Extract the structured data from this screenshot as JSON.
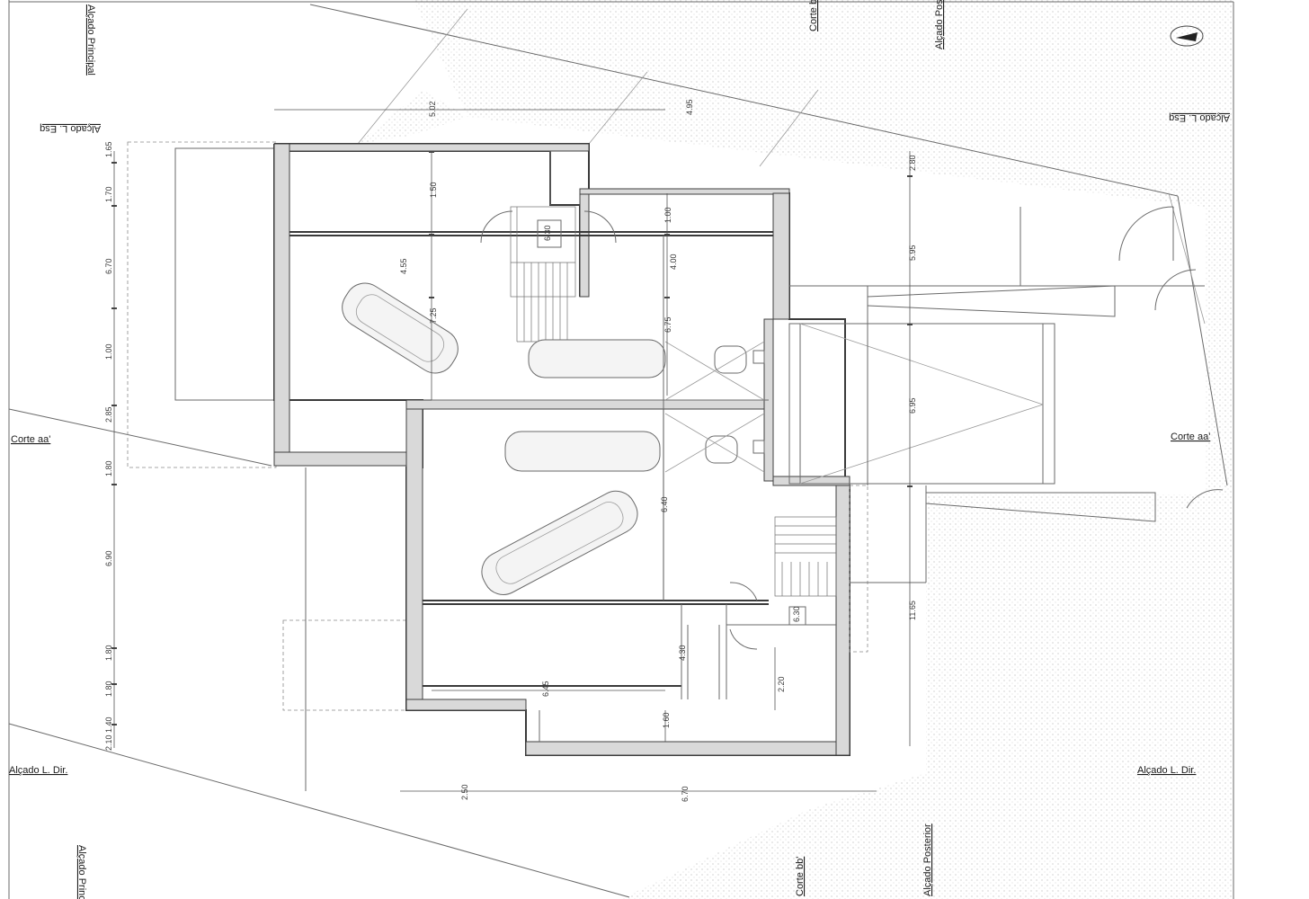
{
  "section_labels": {
    "alcado_principal": "Alçado Principal",
    "alcado_esq": "Alçado L. Esq",
    "alcado_dir": "Alçado L. Dir.",
    "alcado_posterior": "Alçado Posterior",
    "corte_aa": "Corte aa'",
    "corte_bb": "Corte bb'"
  },
  "dimensions": {
    "left_chain": [
      "1.65",
      "1.70",
      "6.70",
      "1.00",
      "2.85",
      "1.80",
      "6.90",
      "1.80",
      "1.80",
      "1.40",
      "2.10"
    ],
    "top": [
      "5.02",
      "4.95",
      "2.80"
    ],
    "room_top": [
      "1.50",
      "4.55",
      "7.25"
    ],
    "room_mid": [
      "1.00",
      "4.00",
      "6.75"
    ],
    "room_lower": [
      "6.40",
      "6.45",
      "4.30",
      "1.60",
      "2.20"
    ],
    "right": [
      "5.95",
      "6.95",
      "11.65"
    ],
    "bottom": [
      "2.50",
      "6.70"
    ]
  },
  "fixture_areas": [
    "6.30",
    "6.30"
  ]
}
